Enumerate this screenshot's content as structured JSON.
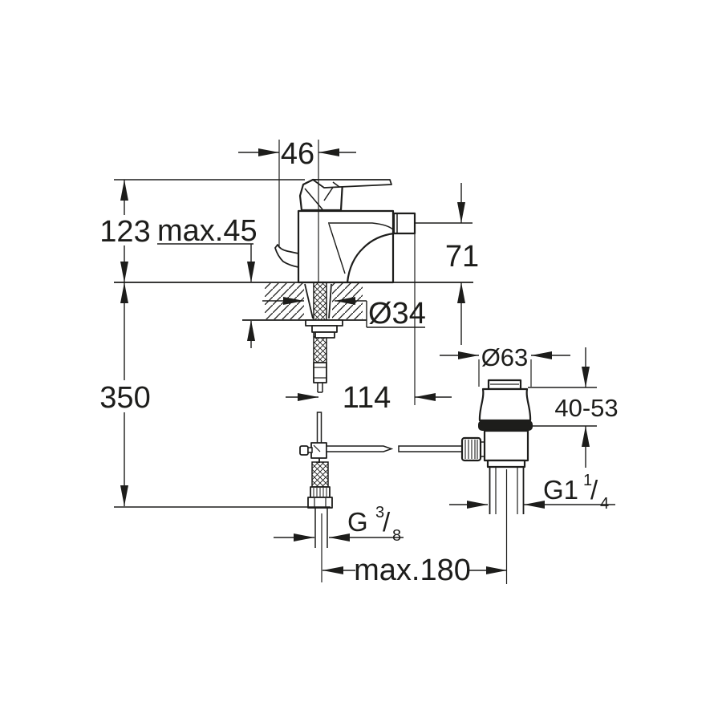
{
  "style": {
    "line_color": "#1d1d1b",
    "background": "#ffffff"
  },
  "drawing": {
    "kind": "technical-dimension-drawing",
    "dimensions": {
      "handle_width": "46",
      "deck_to_top": "123",
      "max_deck_thickness": "max.45",
      "spout_height": "71",
      "hole_diameter": "Ø34",
      "hose_length": "350",
      "waste_flange_diameter": "Ø63",
      "waste_height_range": "40-53",
      "spout_reach": "114",
      "linkage_max_distance": "max.180",
      "supply_thread": {
        "base": "G",
        "sup": "3",
        "slash": "/",
        "sub": "8"
      },
      "waste_thread": {
        "base": "G1",
        "sup": "1",
        "slash": "/",
        "sub": "4"
      }
    }
  }
}
